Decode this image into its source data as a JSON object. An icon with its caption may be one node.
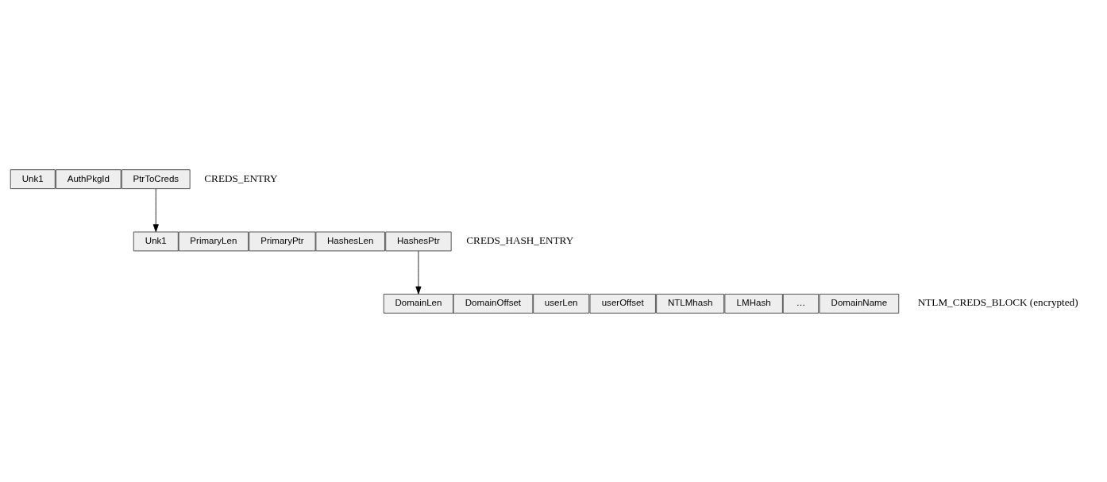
{
  "diagram": {
    "nodes": [
      {
        "text": [
          "Unk1"
        ]
      },
      {
        "text": [
          "AuthPkgId"
        ]
      },
      {
        "text": [
          "PtrToCreds"
        ]
      },
      {
        "text": [
          "Unk1"
        ]
      },
      {
        "text": [
          "PrimaryLen"
        ]
      },
      {
        "text": [
          "PrimaryPtr"
        ]
      },
      {
        "text": [
          "HashesLen"
        ]
      },
      {
        "text": [
          "HashesPtr"
        ]
      },
      {
        "text": [
          "DomainLen"
        ]
      },
      {
        "text": [
          "DomainOffset"
        ]
      },
      {
        "text": [
          "userLen"
        ]
      },
      {
        "text": [
          "userOffset"
        ]
      },
      {
        "text": [
          "NTLMhash"
        ]
      },
      {
        "text": [
          "LMHash"
        ]
      },
      {
        "text": [
          "…"
        ]
      },
      {
        "text": [
          "DomainName"
        ]
      }
    ],
    "edges": [
      {
        "from": 2,
        "to": 3,
        "arrow": "to"
      },
      {
        "from": 7,
        "to": 8,
        "arrow": "to"
      }
    ],
    "labels": [
      "CREDS_ENTRY",
      "CREDS_HASH_ENTRY",
      "NTLM_CREDS_BLOCK (encrypted)"
    ]
  }
}
